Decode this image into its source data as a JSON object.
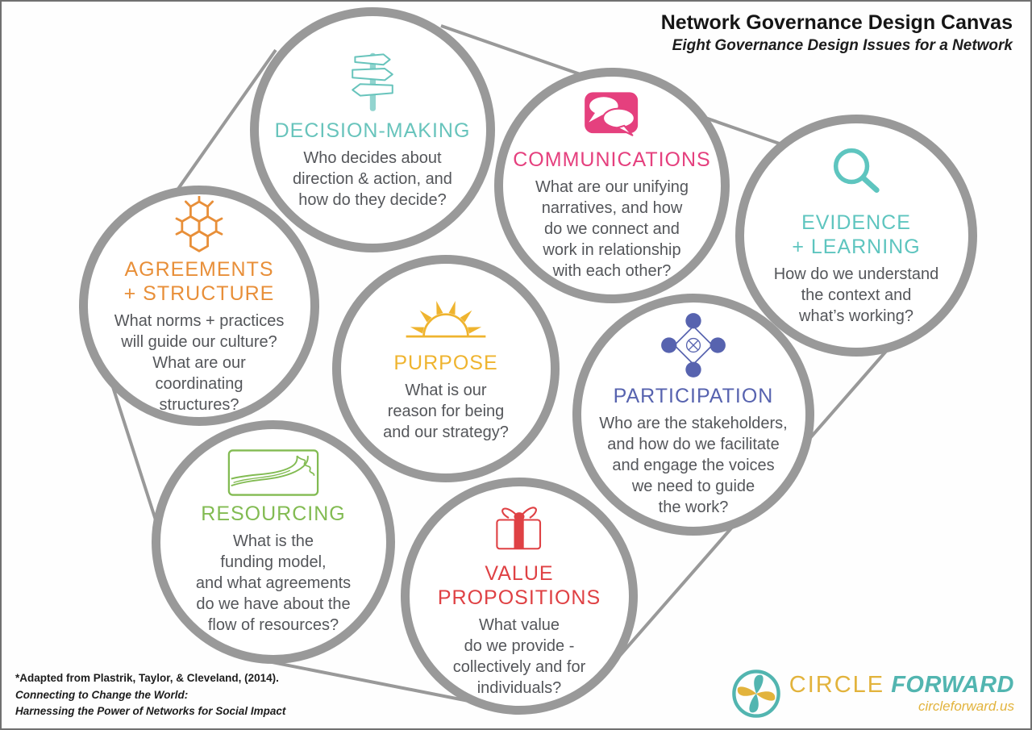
{
  "header": {
    "title": "Network Governance Design Canvas",
    "subtitle": "Eight Governance Design Issues for a Network"
  },
  "circles": [
    {
      "id": "decision-making",
      "icon": "signpost-icon",
      "color": "#68c4bc",
      "title": "DECISION-MAKING",
      "question": "Who decides about\ndirection & action, and\nhow do they decide?"
    },
    {
      "id": "communications",
      "icon": "speech-bubbles-icon",
      "color": "#e5407e",
      "title": "COMMUNICATIONS",
      "question": "What are our unifying\nnarratives, and how\ndo we connect and\nwork in relationship\nwith each other?"
    },
    {
      "id": "evidence-learning",
      "icon": "magnifier-icon",
      "color": "#5ec5bf",
      "title": "EVIDENCE\n+ LEARNING",
      "question": "How do we understand\nthe context and\nwhat’s working?"
    },
    {
      "id": "agreements-structure",
      "icon": "honeycomb-icon",
      "color": "#e88f39",
      "title": "AGREEMENTS\n+ STRUCTURE",
      "question": "What norms + practices\nwill guide our culture?\nWhat are our\ncoordinating\nstructures?"
    },
    {
      "id": "purpose",
      "icon": "sunrise-icon",
      "color": "#efb42f",
      "title": "PURPOSE",
      "question": "What is our\nreason for being\nand our strategy?"
    },
    {
      "id": "participation",
      "icon": "people-circle-icon",
      "color": "#5763af",
      "title": "PARTICIPATION",
      "question": "Who are the stakeholders,\nand how do we facilitate\nand engage the voices\nwe need to guide\nthe work?"
    },
    {
      "id": "resourcing",
      "icon": "river-icon",
      "color": "#82bb52",
      "title": "RESOURCING",
      "question": "What is the\nfunding model,\nand what agreements\ndo we have about the\nflow of resources?"
    },
    {
      "id": "value-propositions",
      "icon": "gift-icon",
      "color": "#df4144",
      "title": "VALUE\nPROPOSITIONS",
      "question": "What value\ndo we provide -\ncollectively and for\nindividuals?"
    }
  ],
  "footer": {
    "citation_line1": "*Adapted from Plastrik, Taylor, & Cleveland, (2014).",
    "citation_line2": "Connecting to Change the World:",
    "citation_line3": "Harnessing the Power of Networks for Social Impact"
  },
  "logo": {
    "brand_first": "CIRCLE",
    "brand_second": "FORWARD",
    "url": "circleforward.us",
    "teal": "#52b5b0",
    "gold": "#e2b33c"
  },
  "colors": {
    "ring_gray": "#999999",
    "question_text": "#54565a"
  }
}
